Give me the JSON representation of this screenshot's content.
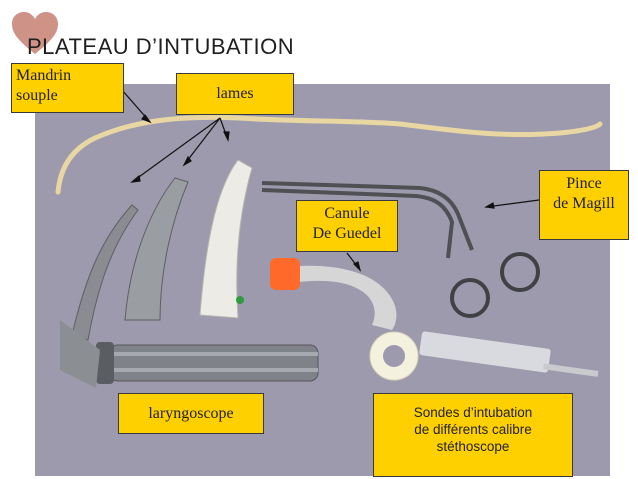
{
  "slide": {
    "title": "PLATEAU D’INTUBATION",
    "labels": {
      "mandrin": "Mandrin\nsouple",
      "lames": "lames",
      "pince": "Pince\nde Magill",
      "canule": "Canule\nDe Guedel",
      "laryngoscope": "laryngoscope",
      "sondes": "Sondes d’intubation\nde différents calibre\nstéthoscope"
    }
  },
  "colors": {
    "accent_heart": "#c9867a",
    "label_bg": "#ffd000",
    "photo_bg": "#9d9aad"
  }
}
